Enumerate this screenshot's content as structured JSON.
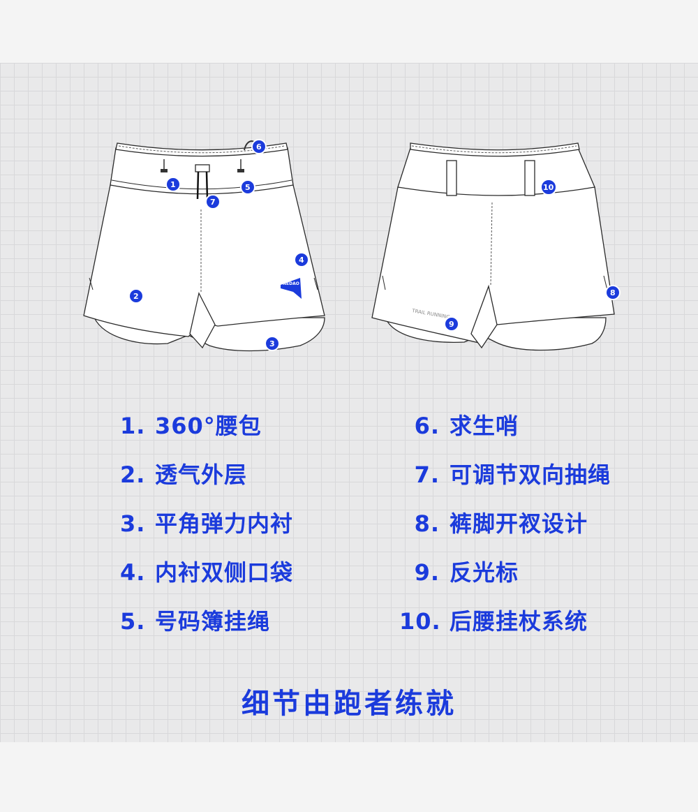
{
  "legend": [
    {
      "num": "1.",
      "label": "360°腰包"
    },
    {
      "num": "2.",
      "label": "透气外层"
    },
    {
      "num": "3.",
      "label": "平角弹力内衬"
    },
    {
      "num": "4.",
      "label": "内衬双侧口袋"
    },
    {
      "num": "5.",
      "label": "号码簿挂绳"
    },
    {
      "num": "6.",
      "label": "求生哨"
    },
    {
      "num": "7.",
      "label": "可调节双向抽绳"
    },
    {
      "num": "8.",
      "label": "裤脚开衩设计"
    },
    {
      "num": "9.",
      "label": "反光标"
    },
    {
      "num": "10.",
      "label": "后腰挂杖系统"
    }
  ],
  "slogan": "细节由跑者练就",
  "front_badges": [
    "1",
    "2",
    "3",
    "4",
    "5",
    "6",
    "7"
  ],
  "back_badges": [
    "8",
    "9",
    "10"
  ],
  "logo_text": "NEDAO",
  "reflective_text": "TRAIL RUNNING",
  "colors": {
    "accent": "#1b3bdc",
    "grid_bg": "#e9e9ea",
    "page_bg": "#f4f4f4"
  }
}
